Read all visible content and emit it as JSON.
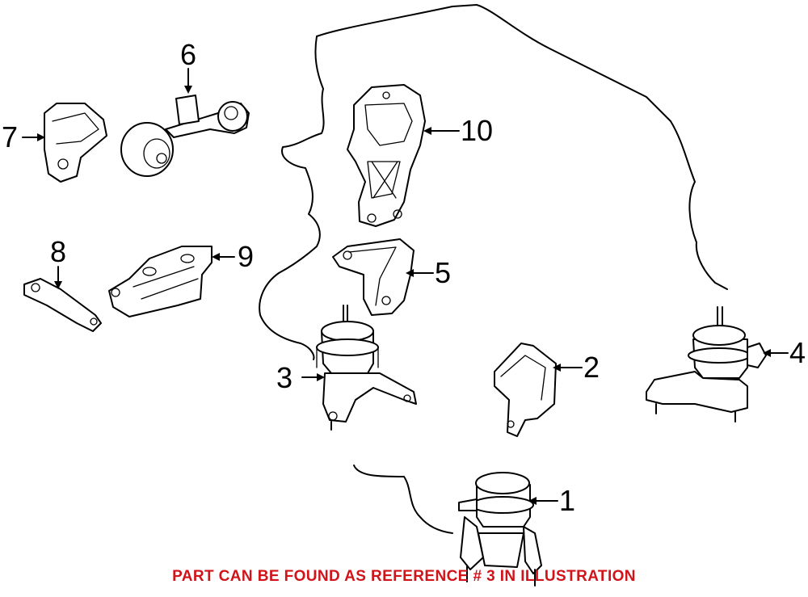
{
  "callouts": {
    "c1": "1",
    "c2": "2",
    "c3": "3",
    "c4": "4",
    "c5": "5",
    "c6": "6",
    "c7": "7",
    "c8": "8",
    "c9": "9",
    "c10": "10"
  },
  "caption": "PART CAN BE FOUND AS REFERENCE # 3 IN ILLUSTRATION",
  "colors": {
    "caption": "#d0141a",
    "line": "#000000"
  }
}
